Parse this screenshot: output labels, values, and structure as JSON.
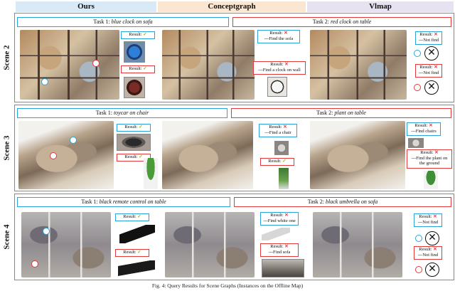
{
  "columns": {
    "ours": "Ours",
    "conceptgraph": "Conceptgraph",
    "vlmap": "Vlmap"
  },
  "colors": {
    "blue": "#2aa3dc",
    "red": "#e23a3a",
    "check": "#9ab52b"
  },
  "scenes": [
    {
      "label": "Scene 2",
      "task1": {
        "prefix": "Task 1: ",
        "query": "blue clock on sofa"
      },
      "task2": {
        "prefix": "Task 2: ",
        "query": "red clock on table"
      },
      "ours": {
        "r1": {
          "label": "Result: ",
          "mark": "✓"
        },
        "r2": {
          "label": "Result: ",
          "mark": "✓"
        }
      },
      "cg": {
        "r1": {
          "label": "Result: ",
          "mark": "✕",
          "note": "---Find the sofa"
        },
        "r2": {
          "label": "Result: ",
          "mark": "✕",
          "note": "---Find a clock on wall"
        }
      },
      "vl": {
        "r1": {
          "label": "Result: ",
          "mark": "✕",
          "note": "---Not find"
        },
        "r2": {
          "label": "Result: ",
          "mark": "✕",
          "note": "---Not find"
        }
      }
    },
    {
      "label": "Scene 3",
      "task1": {
        "prefix": "Task 1: ",
        "query": "toycar on chair"
      },
      "task2": {
        "prefix": "Task 2: ",
        "query": "plant on table"
      },
      "ours": {
        "r1": {
          "label": "Result: ",
          "mark": "✓"
        },
        "r2": {
          "label": "Result: ",
          "mark": "✓"
        }
      },
      "cg": {
        "r1": {
          "label": "Result: ",
          "mark": "✕",
          "note": "---Find a chair"
        },
        "r2": {
          "label": "Result: ",
          "mark": "✓"
        }
      },
      "vl": {
        "r1": {
          "label": "Result: ",
          "mark": "✕",
          "note": "---Find chairs"
        },
        "r2": {
          "label": "Result: ",
          "mark": "✕",
          "note": "---Find the plant on",
          "note2": "the ground"
        }
      }
    },
    {
      "label": "Scene 4",
      "task1": {
        "prefix": "Task 1: ",
        "query": "black remote control on table"
      },
      "task2": {
        "prefix": "Task 2: ",
        "query": "black umbrella on sofa"
      },
      "ours": {
        "r1": {
          "label": "Result: ",
          "mark": "✓"
        },
        "r2": {
          "label": "Result: ",
          "mark": "✓"
        }
      },
      "cg": {
        "r1": {
          "label": "Result: ",
          "mark": "✕",
          "note": "---Find white one"
        },
        "r2": {
          "label": "Result: ",
          "mark": "✕",
          "note": "---Find sofa"
        }
      },
      "vl": {
        "r1": {
          "label": "Result: ",
          "mark": "✕",
          "note": "---Not",
          "note2": "find"
        },
        "r2": {
          "label": "Result: ",
          "mark": "✕",
          "note": "---Not find"
        }
      }
    }
  ],
  "cross_symbol": "✕",
  "caption": "Fig. 4: Query Results for Scene Graphs (Instances on the Offline Map)"
}
